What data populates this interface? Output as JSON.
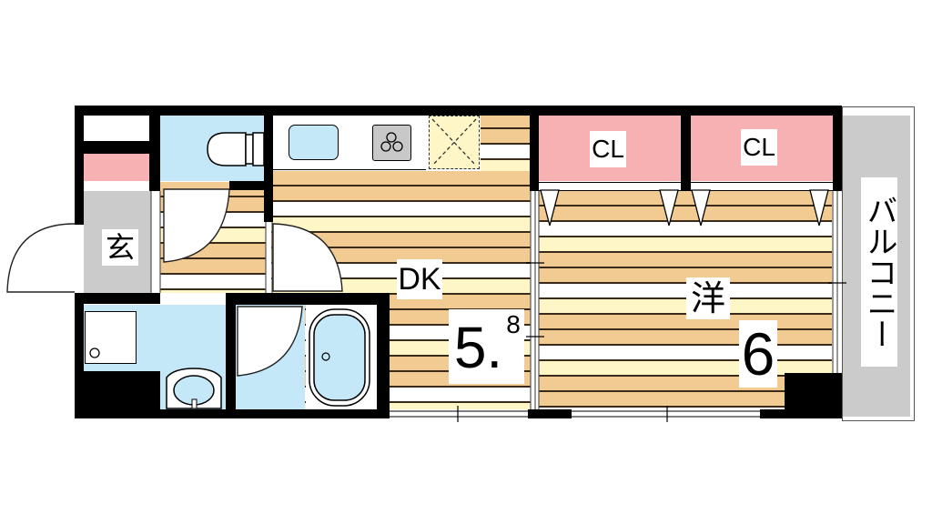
{
  "floorplan": {
    "rooms": {
      "entrance": {
        "label": "玄"
      },
      "dining_kitchen": {
        "label": "DK",
        "size_main": "5.",
        "size_decimal": "8"
      },
      "western_room": {
        "label": "洋",
        "size": "6"
      },
      "closet_1": {
        "label": "CL"
      },
      "closet_2": {
        "label": "CL"
      },
      "balcony": {
        "label": "バルコニー"
      }
    },
    "fixtures": [
      "toilet-icon",
      "sink-icon",
      "stove-icon",
      "bathtub-icon",
      "washbasin-icon",
      "washing-machine-icon",
      "refrigerator-space-icon"
    ],
    "colors": {
      "wall": "#000000",
      "wet_area": "#c4e8f8",
      "closet": "#f7b1b3",
      "entrance": "#cbcbcb",
      "balcony": "#cbcbcb",
      "floor_tan": "#f2cb92",
      "floor_yellow": "#fff6c8",
      "floor_line": "#3a2a1a"
    }
  }
}
